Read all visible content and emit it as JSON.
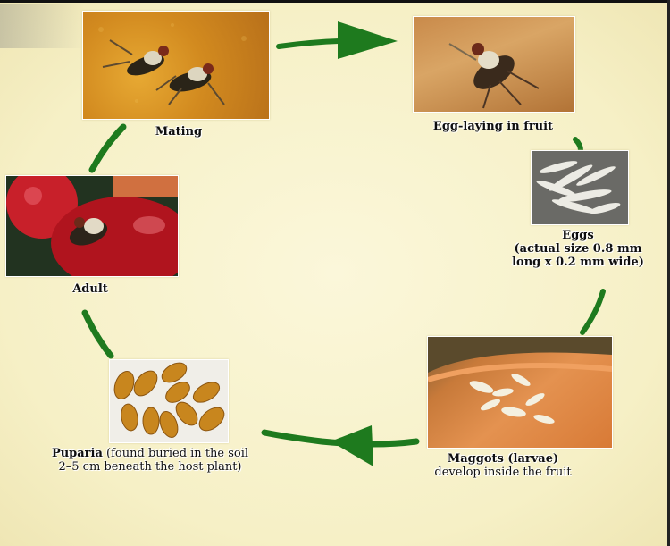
{
  "stages": {
    "mating": {
      "label": "Mating"
    },
    "egg_laying": {
      "label": "Egg-laying in fruit"
    },
    "eggs": {
      "label": "Eggs",
      "detail_line1": "(actual size 0.8 mm",
      "detail_line2": "long x 0.2 mm wide)"
    },
    "maggots": {
      "label": "Maggots (larvae)",
      "detail": "develop inside the fruit"
    },
    "puparia": {
      "label": "Puparia",
      "detail_line1": "(found buried in the soil",
      "detail_line2": "2–5 cm beneath the host plant)"
    },
    "adult": {
      "label": "Adult"
    }
  },
  "colors": {
    "arrow": "#1e7a1e",
    "background": "#f8f3cf"
  }
}
